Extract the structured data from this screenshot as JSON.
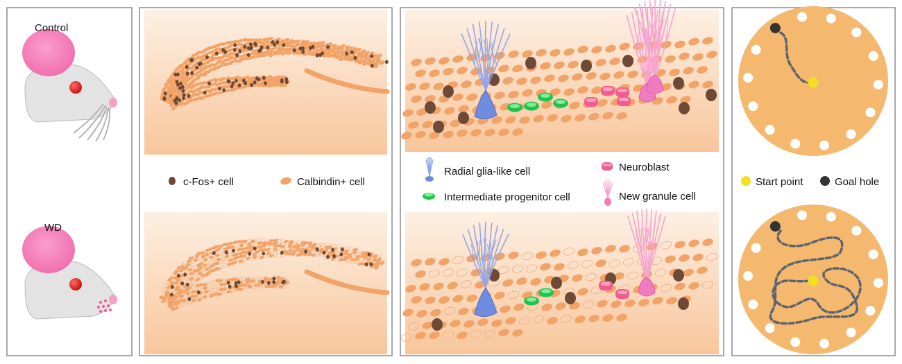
{
  "mice": {
    "control_label": "Control",
    "wd_label": "WD"
  },
  "dentate_legend": {
    "cfos_label": "c-Fos+ cell",
    "calbindin_label": "Calbindin+ cell"
  },
  "neurogenesis_legend": {
    "radial_glia_label": "Radial glia-like cell",
    "neuroblast_label": "Neuroblast",
    "progenitor_label": "Intermediate progenitor cell",
    "granule_label": "New granule cell"
  },
  "maze_legend": {
    "start_label": "Start point",
    "goal_label": "Goal hole"
  },
  "colors": {
    "panel_border": "#8c8c8c",
    "mouse_head": "#e3e3e3",
    "mouse_brain": "#f77fb9",
    "mouse_eye": "#e81818",
    "calbindin": "#f2a368",
    "cfos": "#6e4a36",
    "radial_glia": "#93a6e8",
    "progenitor": "#2fd65a",
    "neuroblast": "#f25c8e",
    "granule": "#f07cc0",
    "maze_floor": "#f4b96e",
    "start": "#f3e021",
    "goal": "#333333",
    "path": "#5e6270"
  }
}
